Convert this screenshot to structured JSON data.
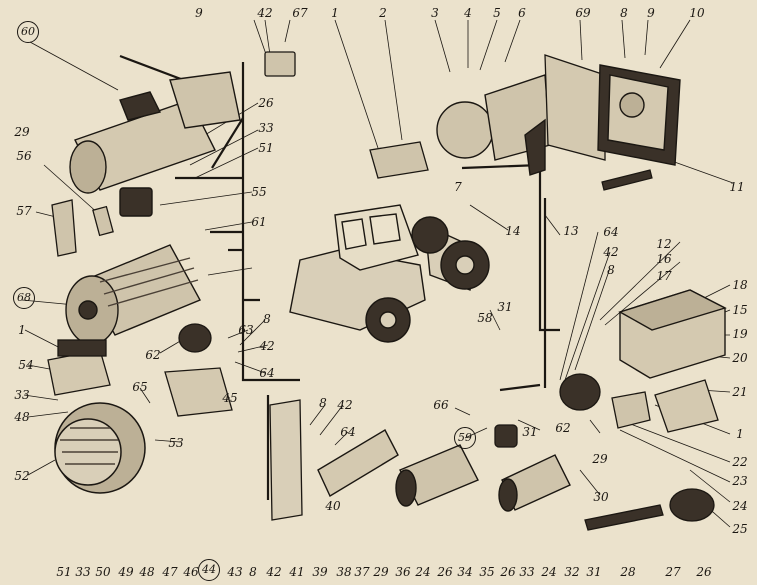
{
  "callouts": [
    {
      "id": "c60",
      "text": "60",
      "circled": true
    },
    {
      "id": "c9a",
      "text": "9"
    },
    {
      "id": "c42a",
      "text": "42"
    },
    {
      "id": "c67",
      "text": "67"
    },
    {
      "id": "c1a",
      "text": "1"
    },
    {
      "id": "c2",
      "text": "2"
    },
    {
      "id": "c3",
      "text": "3"
    },
    {
      "id": "c4",
      "text": "4"
    },
    {
      "id": "c5",
      "text": "5"
    },
    {
      "id": "c6",
      "text": "6"
    },
    {
      "id": "c69",
      "text": "69"
    },
    {
      "id": "c8a",
      "text": "8"
    },
    {
      "id": "c9b",
      "text": "9"
    },
    {
      "id": "c10",
      "text": "10"
    },
    {
      "id": "c26a",
      "text": "26"
    },
    {
      "id": "c33a",
      "text": "33"
    },
    {
      "id": "c51a",
      "text": "51"
    },
    {
      "id": "c55",
      "text": "55"
    },
    {
      "id": "c61",
      "text": "61"
    },
    {
      "id": "c29a",
      "text": "29"
    },
    {
      "id": "c56",
      "text": "56"
    },
    {
      "id": "c57",
      "text": "57"
    },
    {
      "id": "c7",
      "text": "7"
    },
    {
      "id": "c11",
      "text": "11"
    },
    {
      "id": "c14",
      "text": "14"
    },
    {
      "id": "c13",
      "text": "13"
    },
    {
      "id": "c64a",
      "text": "64"
    },
    {
      "id": "c42b",
      "text": "42"
    },
    {
      "id": "c12",
      "text": "12"
    },
    {
      "id": "c16",
      "text": "16"
    },
    {
      "id": "c8b",
      "text": "8"
    },
    {
      "id": "c17",
      "text": "17"
    },
    {
      "id": "c18",
      "text": "18"
    },
    {
      "id": "c15",
      "text": "15"
    },
    {
      "id": "c19",
      "text": "19"
    },
    {
      "id": "c20",
      "text": "20"
    },
    {
      "id": "c31a",
      "text": "31"
    },
    {
      "id": "c58",
      "text": "58"
    },
    {
      "id": "c68",
      "text": "68",
      "circled": true
    },
    {
      "id": "c1b",
      "text": "1"
    },
    {
      "id": "c62a",
      "text": "62"
    },
    {
      "id": "c63",
      "text": "63"
    },
    {
      "id": "c8c",
      "text": "8"
    },
    {
      "id": "c42c",
      "text": "42"
    },
    {
      "id": "c64b",
      "text": "64"
    },
    {
      "id": "c54",
      "text": "54"
    },
    {
      "id": "c33b",
      "text": "33"
    },
    {
      "id": "c48a",
      "text": "48"
    },
    {
      "id": "c65",
      "text": "65"
    },
    {
      "id": "c45",
      "text": "45"
    },
    {
      "id": "c53",
      "text": "53"
    },
    {
      "id": "c52",
      "text": "52"
    },
    {
      "id": "c8d",
      "text": "8"
    },
    {
      "id": "c42d",
      "text": "42"
    },
    {
      "id": "c64c",
      "text": "64"
    },
    {
      "id": "c66",
      "text": "66"
    },
    {
      "id": "c59",
      "text": "59",
      "circled": true
    },
    {
      "id": "c31b",
      "text": "31"
    },
    {
      "id": "c62b",
      "text": "62"
    },
    {
      "id": "c21",
      "text": "21"
    },
    {
      "id": "c1c",
      "text": "1"
    },
    {
      "id": "c22",
      "text": "22"
    },
    {
      "id": "c23",
      "text": "23"
    },
    {
      "id": "c29b",
      "text": "29"
    },
    {
      "id": "c24a",
      "text": "24"
    },
    {
      "id": "c25",
      "text": "25"
    },
    {
      "id": "c30",
      "text": "30"
    },
    {
      "id": "c51b",
      "text": "51"
    },
    {
      "id": "c33c",
      "text": "33"
    },
    {
      "id": "c50",
      "text": "50"
    },
    {
      "id": "c49",
      "text": "49"
    },
    {
      "id": "c48b",
      "text": "48"
    },
    {
      "id": "c47",
      "text": "47"
    },
    {
      "id": "c46",
      "text": "46"
    },
    {
      "id": "c44",
      "text": "44",
      "circled": true
    },
    {
      "id": "c43",
      "text": "43"
    },
    {
      "id": "c8e",
      "text": "8"
    },
    {
      "id": "c42e",
      "text": "42"
    },
    {
      "id": "c41",
      "text": "41"
    },
    {
      "id": "c39",
      "text": "39"
    },
    {
      "id": "c40",
      "text": "40"
    },
    {
      "id": "c38",
      "text": "38"
    },
    {
      "id": "c37",
      "text": "37"
    },
    {
      "id": "c29c",
      "text": "29"
    },
    {
      "id": "c36",
      "text": "36"
    },
    {
      "id": "c24b",
      "text": "24"
    },
    {
      "id": "c26b",
      "text": "26"
    },
    {
      "id": "c34",
      "text": "34"
    },
    {
      "id": "c35",
      "text": "35"
    },
    {
      "id": "c26c",
      "text": "26"
    },
    {
      "id": "c33d",
      "text": "33"
    },
    {
      "id": "c24c",
      "text": "24"
    },
    {
      "id": "c32",
      "text": "32"
    },
    {
      "id": "c31c",
      "text": "31"
    },
    {
      "id": "c28",
      "text": "28"
    },
    {
      "id": "c27",
      "text": "27"
    },
    {
      "id": "c26d",
      "text": "26"
    }
  ],
  "colors": {
    "paper": "#ebe2cc",
    "ink": "#1b1712",
    "shade": "#4a4036"
  }
}
